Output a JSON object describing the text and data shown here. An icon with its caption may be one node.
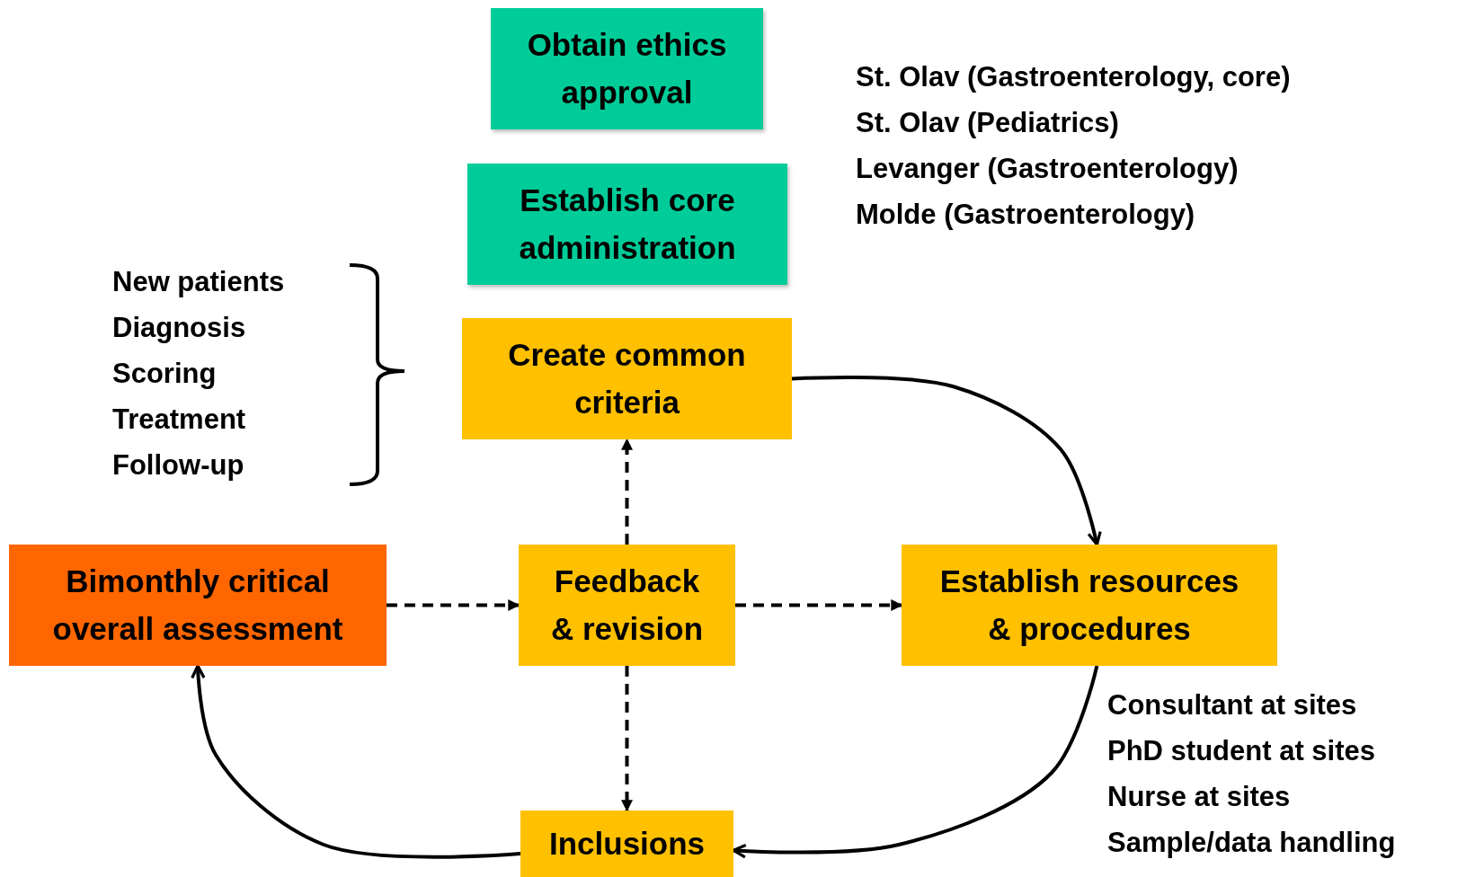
{
  "diagram": {
    "nodes": [
      {
        "text": [
          "Obtain ethics approval"
        ]
      },
      {
        "text": [
          "Establish core administration"
        ]
      },
      {
        "text": [
          "Create common criteria"
        ]
      },
      {
        "text": [
          "Bimonthly critical overall assessment"
        ]
      },
      {
        "text": [
          "Feedback & revision"
        ]
      },
      {
        "text": [
          "Establish resources & procedures"
        ]
      },
      {
        "text": [
          "Inclusions"
        ]
      }
    ],
    "edges": [
      {
        "from": 2,
        "to": 5,
        "arrow": "to"
      },
      {
        "from": 5,
        "to": 6,
        "arrow": "to"
      },
      {
        "from": 6,
        "to": 3,
        "arrow": "to"
      },
      {
        "from": 3,
        "to": 4,
        "arrow": "to",
        "style": "dashed"
      },
      {
        "from": 4,
        "to": 5,
        "arrow": "to",
        "style": "dashed"
      },
      {
        "from": 4,
        "to": 2,
        "arrow": "to",
        "style": "dashed"
      },
      {
        "from": 4,
        "to": 6,
        "arrow": "to",
        "style": "dashed"
      }
    ],
    "labels": [
      "St. Olav (Gastroenterology, core)",
      "St. Olav (Pediatrics)",
      "Levanger (Gastroenterology)",
      "Molde (Gastroenterology)",
      "New patients",
      "Diagnosis",
      "Scoring",
      "Treatment",
      "Follow-up",
      "Consultant at sites",
      "PhD student at sites",
      "Nurse at sites",
      "Sample/data handling"
    ]
  }
}
